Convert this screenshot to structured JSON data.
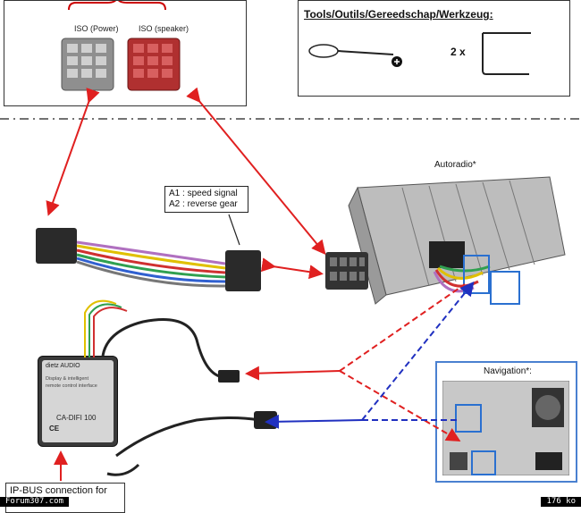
{
  "iso_power_label": "ISO (Power)",
  "iso_speaker_label": "ISO (speaker)",
  "tools_title": "Tools/Outils/Gereedschap/Werkzeug:",
  "tools_quantity": "2 x",
  "autoradio_label": "Autoradio*",
  "harness_note_line1": "A1 : speed signal",
  "harness_note_line2": "A2 : reverse gear",
  "navigation_label": "Navigation*:",
  "module_brand": "dietz AUDIO",
  "module_text_line1": "Display & intelligent",
  "module_text_line2": "remote control interface",
  "module_model": "CA-DIFI 100",
  "ipbus_text": "IP-BUS connection for",
  "footer_left": "Forum307.com",
  "footer_right": "176 ko",
  "colors": {
    "iso_power": "#8f8f8f",
    "iso_speaker": "#b03030",
    "arrow_red": "#e02020",
    "arrow_blue": "#2030c0",
    "highlight_blue": "#2a70d0"
  }
}
